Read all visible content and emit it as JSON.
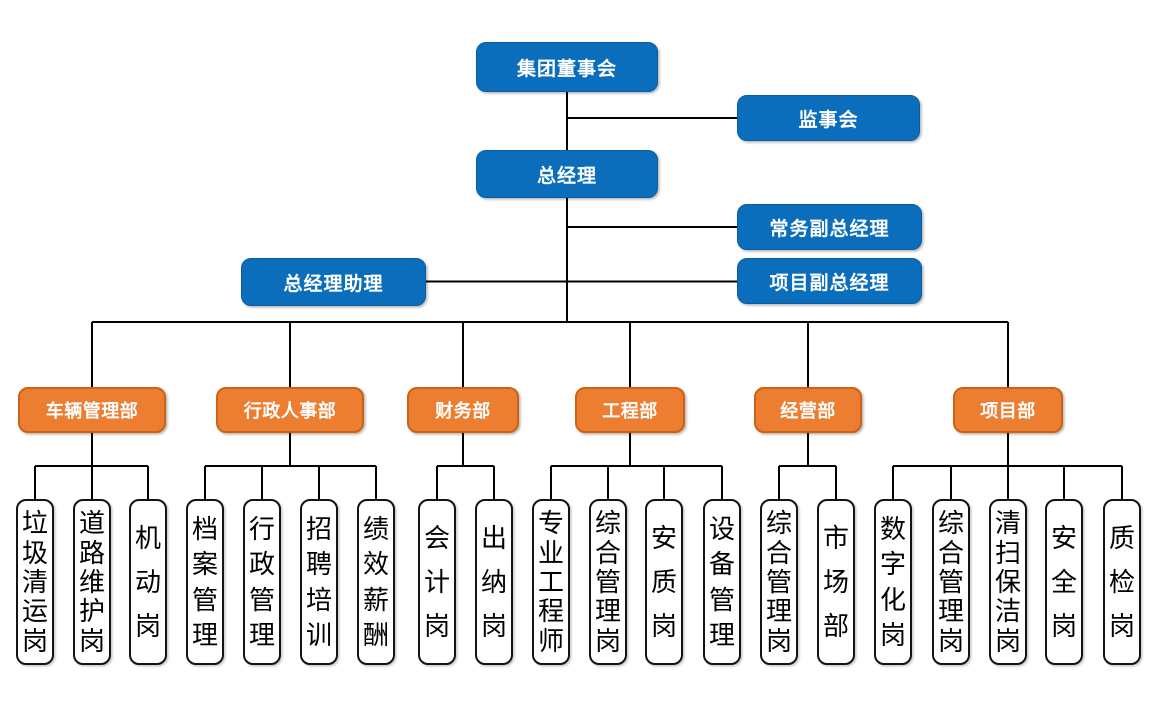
{
  "org": {
    "colors": {
      "executive_fill": "#0a6ebd",
      "executive_border": "#0a5ca3",
      "executive_text": "#ffffff",
      "department_fill": "#ed7d31",
      "department_border": "#ca6414",
      "department_text": "#ffffff",
      "position_fill": "#ffffff",
      "position_border": "#141414",
      "position_text": "#000000",
      "connector_line": "#000000",
      "background": "#ffffff"
    },
    "executives": [
      {
        "id": "group-board",
        "label": "集团董事会"
      },
      {
        "id": "supervisory-board",
        "label": "监事会"
      },
      {
        "id": "general-manager",
        "label": "总经理"
      },
      {
        "id": "executive-deputy-gm",
        "label": "常务副总经理"
      },
      {
        "id": "project-deputy-gm",
        "label": "项目副总经理"
      },
      {
        "id": "gm-assistant",
        "label": "总经理助理"
      }
    ],
    "departments": [
      {
        "id": "vehicle-management",
        "label": "车辆管理部",
        "positions": [
          "垃圾清运岗",
          "道路维护岗",
          "机动岗"
        ]
      },
      {
        "id": "admin-hr",
        "label": "行政人事部",
        "positions": [
          "档案管理",
          "行政管理",
          "招聘培训",
          "绩效薪酬"
        ]
      },
      {
        "id": "finance",
        "label": "财务部",
        "positions": [
          "会计岗",
          "出纳岗"
        ]
      },
      {
        "id": "engineering",
        "label": "工程部",
        "positions": [
          "专业工程师",
          "综合管理岗",
          "安质岗",
          "设备管理"
        ]
      },
      {
        "id": "operations",
        "label": "经营部",
        "positions": [
          "综合管理岗",
          "市场部"
        ]
      },
      {
        "id": "project",
        "label": "项目部",
        "positions": [
          "数字化岗",
          "综合管理岗",
          "清扫保洁岗",
          "安全岗",
          "质检岗"
        ]
      }
    ]
  }
}
